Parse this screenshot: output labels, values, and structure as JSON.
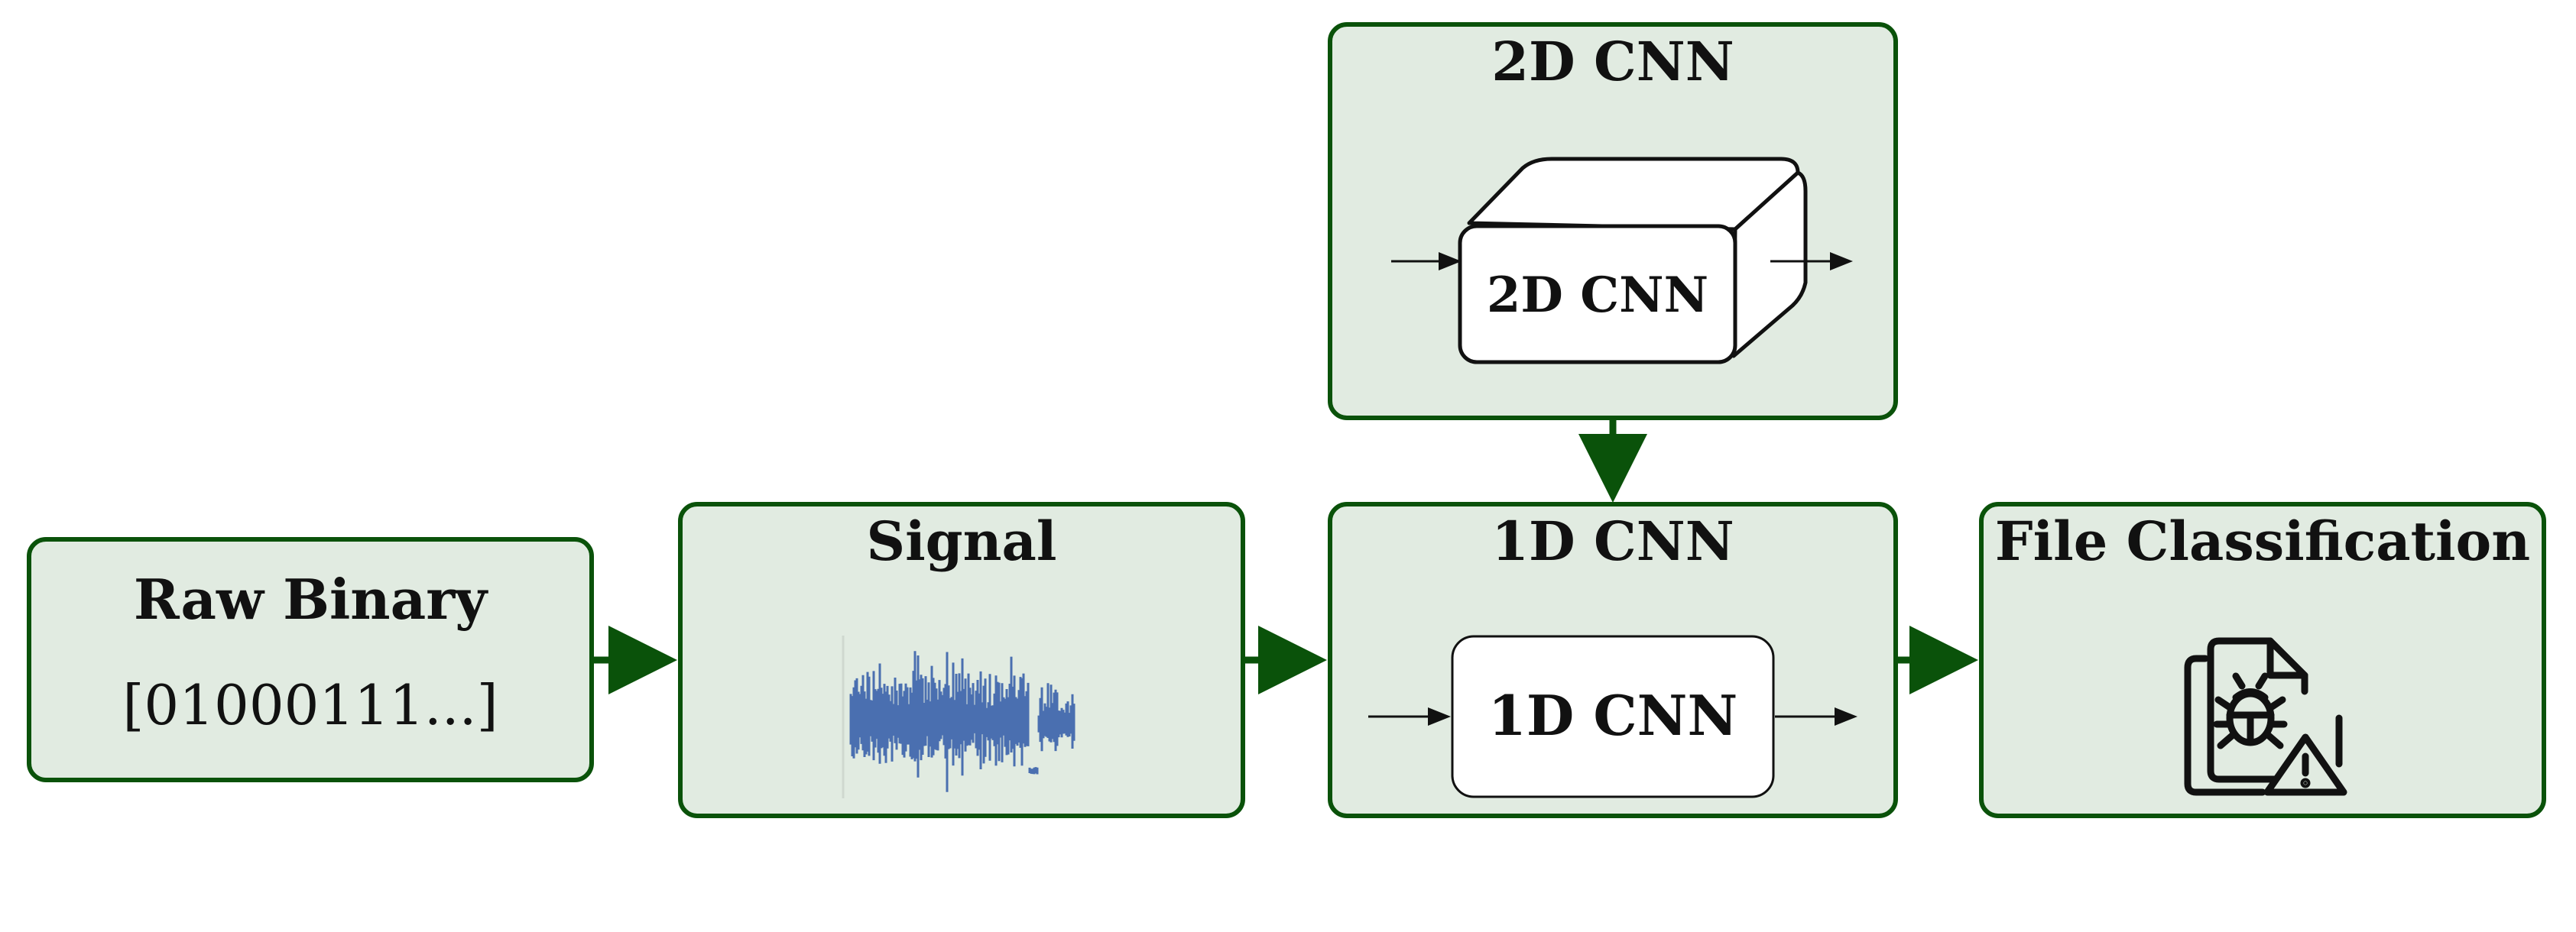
{
  "colors": {
    "box_fill": "#e1ebe1",
    "box_stroke": "#0a520a",
    "arrow": "#0a520a",
    "signal": "#4a6fb0",
    "ink": "#111111"
  },
  "boxes": {
    "raw_binary": {
      "title": "Raw Binary",
      "value": "[01000111...]"
    },
    "signal": {
      "title": "Signal"
    },
    "cnn2d": {
      "title": "2D CNN",
      "block_label": "2D CNN"
    },
    "cnn1d": {
      "title": "1D CNN",
      "block_label": "1D CNN"
    },
    "classification": {
      "title": "File Classification",
      "icon": "malware-file-icon"
    }
  }
}
